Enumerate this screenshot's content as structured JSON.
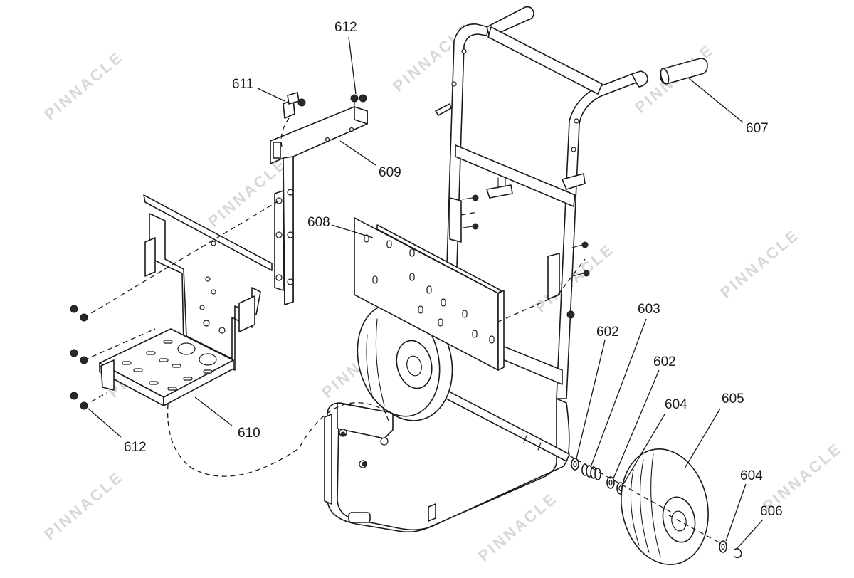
{
  "callouts": {
    "c602a": "602",
    "c602b": "602",
    "c603": "603",
    "c604a": "604",
    "c604b": "604",
    "c605": "605",
    "c606": "606",
    "c607": "607",
    "c608": "608",
    "c609": "609",
    "c610": "610",
    "c611": "611",
    "c612a": "612",
    "c612b": "612"
  },
  "watermark": "PINNACLE",
  "colors": {
    "line": "#1a1a1a",
    "background": "#ffffff",
    "watermark": "#d8d8d8"
  }
}
